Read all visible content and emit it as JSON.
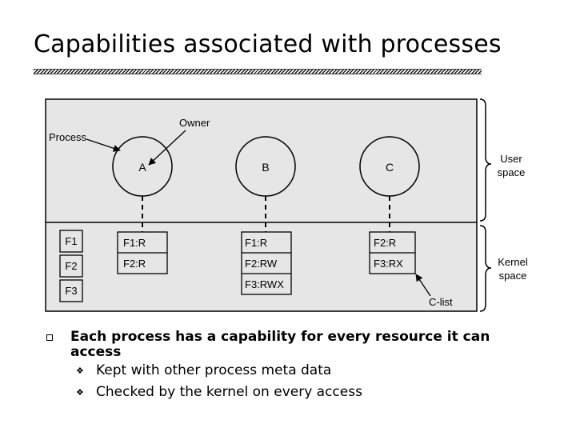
{
  "slide": {
    "title": "Capabilities associated with processes"
  },
  "diagram": {
    "labels": {
      "process": "Process",
      "owner": "Owner",
      "user_space": [
        "User",
        "space"
      ],
      "kernel_space": [
        "Kernel",
        "space"
      ],
      "clist": "C-list"
    },
    "processes": [
      "A",
      "B",
      "C"
    ],
    "objects": [
      "F1",
      "F2",
      "F3"
    ],
    "clists": [
      [
        "F1:R",
        "F2:R"
      ],
      [
        "F1:R",
        "F2:RW",
        "F3:RWX"
      ],
      [
        "F2:R",
        "F3:RX"
      ]
    ]
  },
  "bullets": {
    "main": "Each process has a capability for every resource it can access",
    "sub": [
      "Kept with other process meta data",
      "Checked by the kernel on every access"
    ]
  },
  "colors": {
    "diagram_bg": "#e6e6e6",
    "line": "#000000"
  }
}
